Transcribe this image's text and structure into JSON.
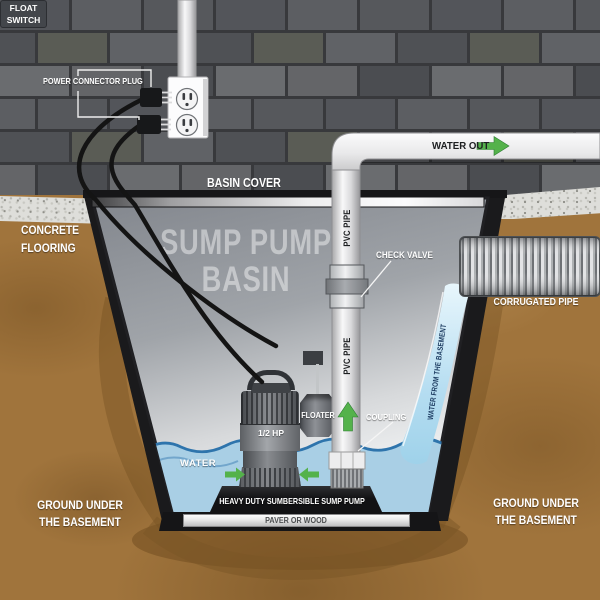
{
  "scene_title": "Sump pump basin diagram",
  "labels": {
    "power_connector_plug": "POWER CONNECTOR PLUG",
    "basin_cover": "BASIN COVER",
    "concrete_flooring": {
      "line1": "CONCRETE",
      "line2": "FLOORING"
    },
    "basin_title": {
      "line1": "SUMP PUMP",
      "line2": "BASIN"
    },
    "water_out": "WATER OUT",
    "pvc_pipe_upper": "PVC PIPE",
    "pvc_pipe_lower": "PVC PIPE",
    "check_valve": "CHECK VALVE",
    "corrugated_pipe": "CORRUGATED PIPE",
    "water_from_basement": "WATER FROM THE BASEMENT",
    "float_switch": {
      "line1": "FLOAT",
      "line2": "SWITCH"
    },
    "floater": "FLOATER",
    "pump_power": "1/2 HP",
    "coupling": "COUPLING",
    "water": "WATER",
    "pump_platform": "HEAVY DUTY SUMBERSIBLE SUMP PUMP",
    "paver": "PAVER OR WOOD",
    "ground_left": {
      "line1": "GROUND UNDER",
      "line2": "THE BASEMENT"
    },
    "ground_right": {
      "line1": "GROUND UNDER",
      "line2": "THE BASEMENT"
    }
  },
  "colors": {
    "arrow_green": "#54b24b",
    "water_blue": "#a9cfe5",
    "waterline_blue": "#2e74ac",
    "stream_text_navy": "#1d3c61",
    "ground_brown": "#a0743c",
    "basin_outline": "#1a1a1c",
    "label_white": "#ffffff"
  }
}
